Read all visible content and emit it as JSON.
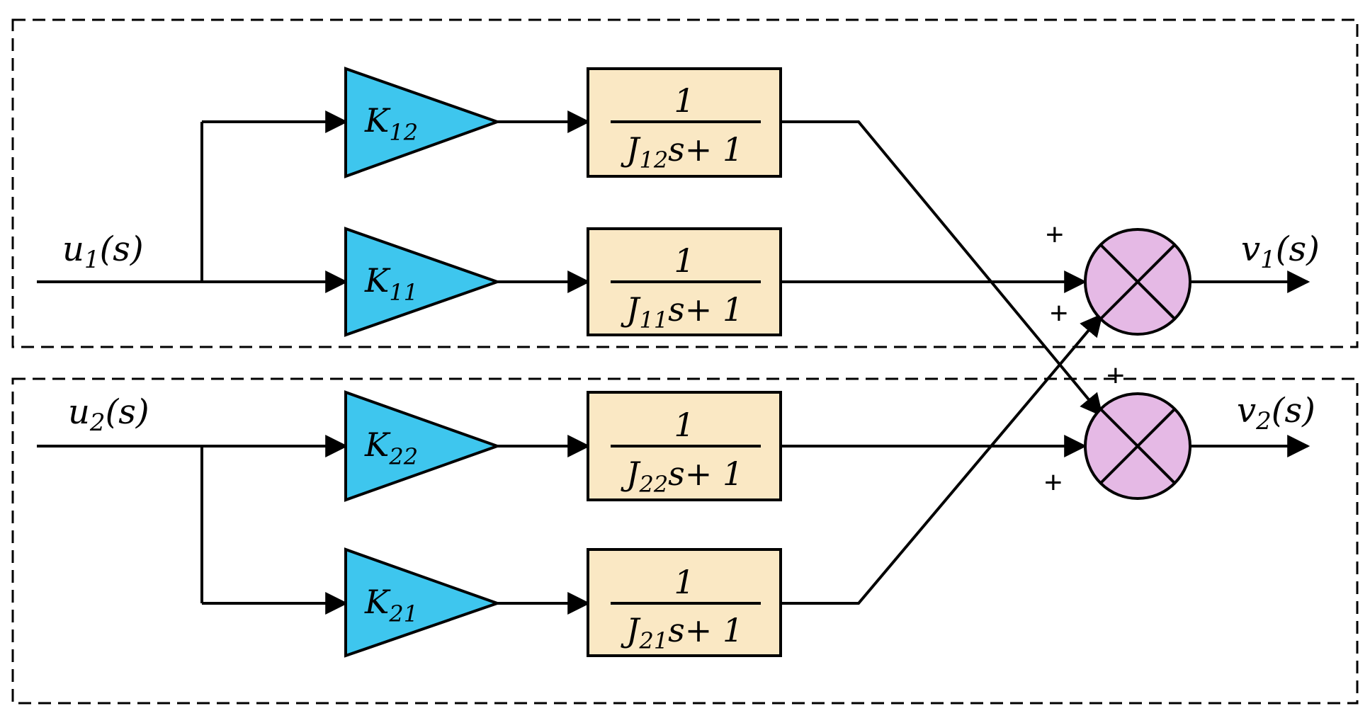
{
  "colors": {
    "gain_fill": "#3EC6EE",
    "tf_fill": "#FAE8C4",
    "sum_fill": "#E5B9E5",
    "stroke": "#000000"
  },
  "inputs": {
    "u1": {
      "base": "u",
      "sub": "1",
      "tail": "(s)"
    },
    "u2": {
      "base": "u",
      "sub": "2",
      "tail": "(s)"
    }
  },
  "outputs": {
    "v1": {
      "base": "v",
      "sub": "1",
      "tail": "(s)"
    },
    "v2": {
      "base": "v",
      "sub": "2",
      "tail": "(s)"
    }
  },
  "gains": {
    "k12": {
      "base": "K",
      "sub": "12"
    },
    "k11": {
      "base": "K",
      "sub": "11"
    },
    "k22": {
      "base": "K",
      "sub": "22"
    },
    "k21": {
      "base": "K",
      "sub": "21"
    }
  },
  "transfer_functions": {
    "tf12": {
      "num": "1",
      "den_base": "J",
      "den_sub": "12",
      "den_tail": "s+ 1"
    },
    "tf11": {
      "num": "1",
      "den_base": "J",
      "den_sub": "11",
      "den_tail": "s+ 1"
    },
    "tf22": {
      "num": "1",
      "den_base": "J",
      "den_sub": "22",
      "den_tail": "s+ 1"
    },
    "tf21": {
      "num": "1",
      "den_base": "J",
      "den_sub": "21",
      "den_tail": "s+ 1"
    }
  },
  "summing_junctions": {
    "sum1": {
      "sign_a": "+",
      "sign_b": "+"
    },
    "sum2": {
      "sign_a": "+",
      "sign_b": "+"
    }
  }
}
